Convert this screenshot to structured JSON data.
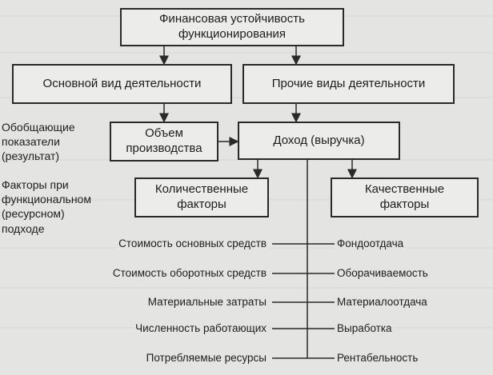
{
  "boxes": {
    "top": "Финансовая устойчивость функционирования",
    "main_activity": "Основной вид деятельности",
    "other_activities": "Прочие виды деятельности",
    "production_volume": "Объем производства",
    "income": "Доход (выручка)",
    "quantitative": "Количественные факторы",
    "qualitative": "Качественные факторы"
  },
  "side_labels": {
    "generalizing": "Обобщающие показатели (результат)",
    "factors": "Факторы при функциональном (ресурсном) подходе"
  },
  "factor_pairs": [
    {
      "quantitative": "Стоимость основных средств",
      "qualitative": "Фондоотдача"
    },
    {
      "quantitative": "Стоимость оборотных средств",
      "qualitative": "Оборачиваемость"
    },
    {
      "quantitative": "Материальные затраты",
      "qualitative": "Материалоотдача"
    },
    {
      "quantitative": "Численность работающих",
      "qualitative": "Выработка"
    },
    {
      "quantitative": "Потребляемые ресурсы",
      "qualitative": "Рентабельность"
    }
  ]
}
